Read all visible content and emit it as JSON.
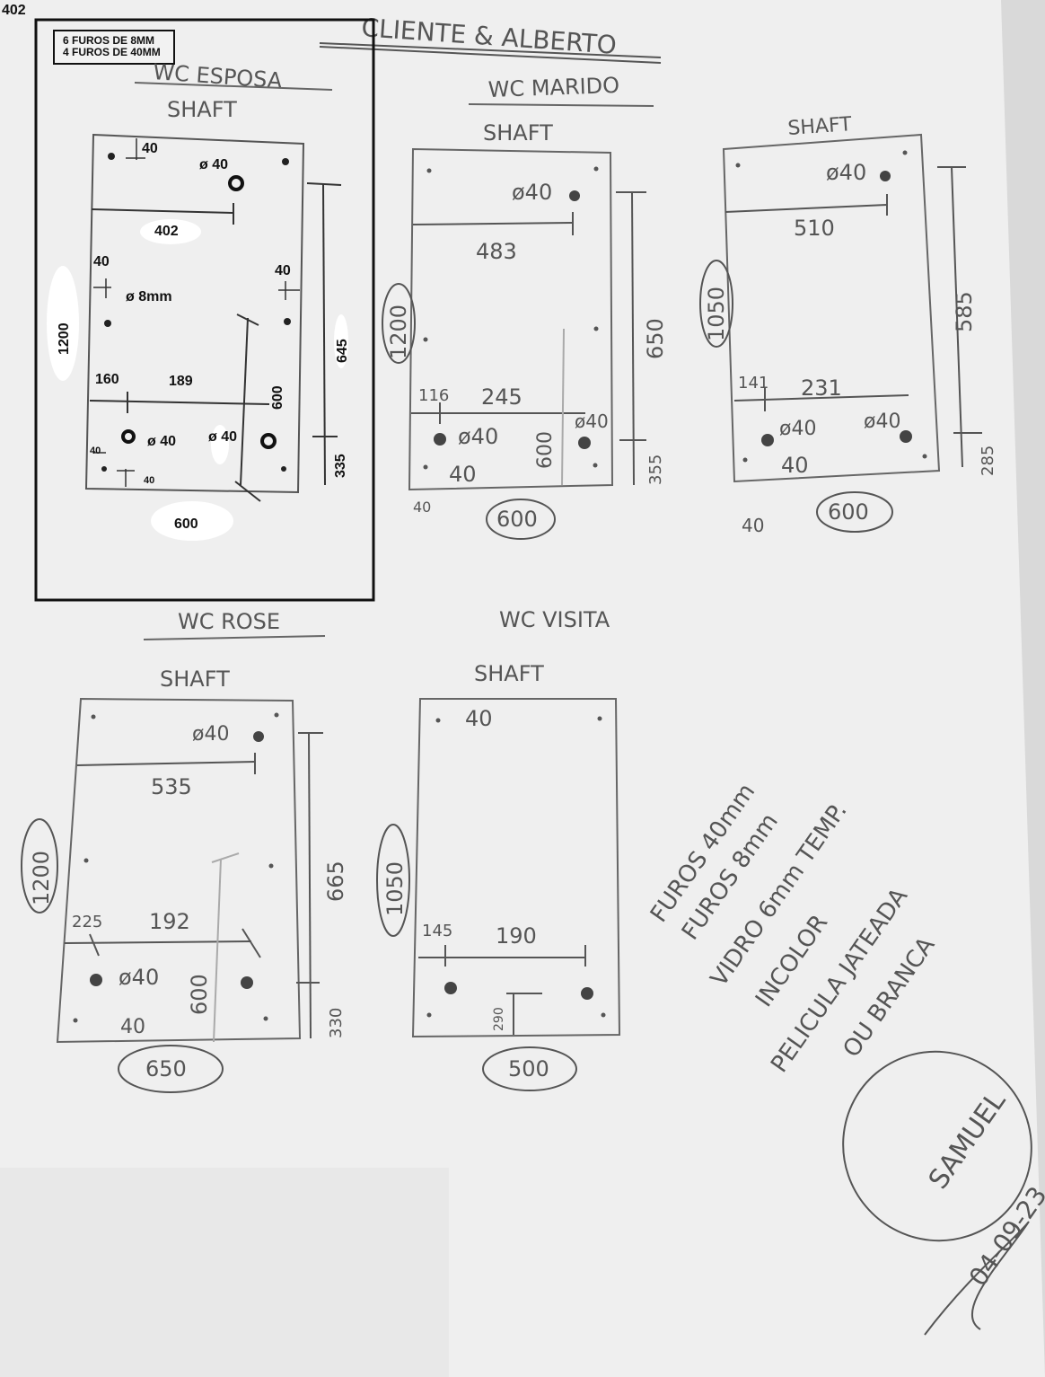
{
  "corner_label": "402",
  "header": "CLIENTE & ALBERTO",
  "legend": {
    "line1": "6 FUROS DE 8MM",
    "line2": "4 FUROS DE 40MM"
  },
  "panels": {
    "esposa": {
      "title": "WC ESPOSA",
      "subtitle": "SHAFT",
      "dim_top": "40",
      "dim_hole_top": "ø 40",
      "dim_width_top": "402",
      "dim_left_40": "40",
      "dim_right_40": "40",
      "dim_small_hole": "ø 8mm",
      "dim_height": "1200",
      "dim_645": "645",
      "dim_160": "160",
      "dim_189": "189",
      "dim_600_vert": "600",
      "dim_hole_l": "ø 40",
      "dim_hole_r": "ø 40",
      "dim_40_left_bottom": "40",
      "dim_40_bottom": "40",
      "dim_335": "335",
      "dim_width": "600"
    },
    "marido": {
      "title": "WC MARIDO",
      "subtitle": "SHAFT",
      "dim_hole_top": "ø40",
      "dim_483": "483",
      "dim_height": "1200",
      "dim_650": "650",
      "dim_116": "116",
      "dim_245": "245",
      "dim_hole_bl": "ø40",
      "dim_hole_br": "ø40",
      "dim_600": "600",
      "dim_40_bottom": "40",
      "dim_40_left": "40",
      "dim_355": "355",
      "dim_width": "600"
    },
    "third": {
      "subtitle": "SHAFT",
      "dim_hole_top": "ø40",
      "dim_510": "510",
      "dim_height": "1050",
      "dim_585": "585",
      "dim_141": "141",
      "dim_231": "231",
      "dim_hole_bl": "ø40",
      "dim_hole_br": "ø40",
      "dim_40_bottom": "40",
      "dim_40_left": "40",
      "dim_285": "285",
      "dim_width": "600"
    },
    "rose": {
      "title": "WC ROSE",
      "subtitle": "SHAFT",
      "dim_hole_top": "ø40",
      "dim_535": "535",
      "dim_height": "1200",
      "dim_665": "665",
      "dim_225": "225",
      "dim_192": "192",
      "dim_hole_bl": "ø40",
      "dim_600": "600",
      "dim_40": "40",
      "dim_330": "330",
      "dim_width": "650"
    },
    "visita": {
      "title": "WC VISITA",
      "subtitle": "SHAFT",
      "dim_40_top": "40",
      "dim_height": "1050",
      "dim_145": "145",
      "dim_190": "190",
      "dim_290": "290",
      "dim_width": "500"
    }
  },
  "notes": {
    "line1": "FUROS 40mm",
    "line2": "FUROS 8mm",
    "line3": "VIDRO 6mm TEMP.",
    "line4": "INCOLOR",
    "line5": "PELICULA JATEADA",
    "line6": "OU BRANCA"
  },
  "signature": "SAMUEL",
  "date": "04-09-23"
}
